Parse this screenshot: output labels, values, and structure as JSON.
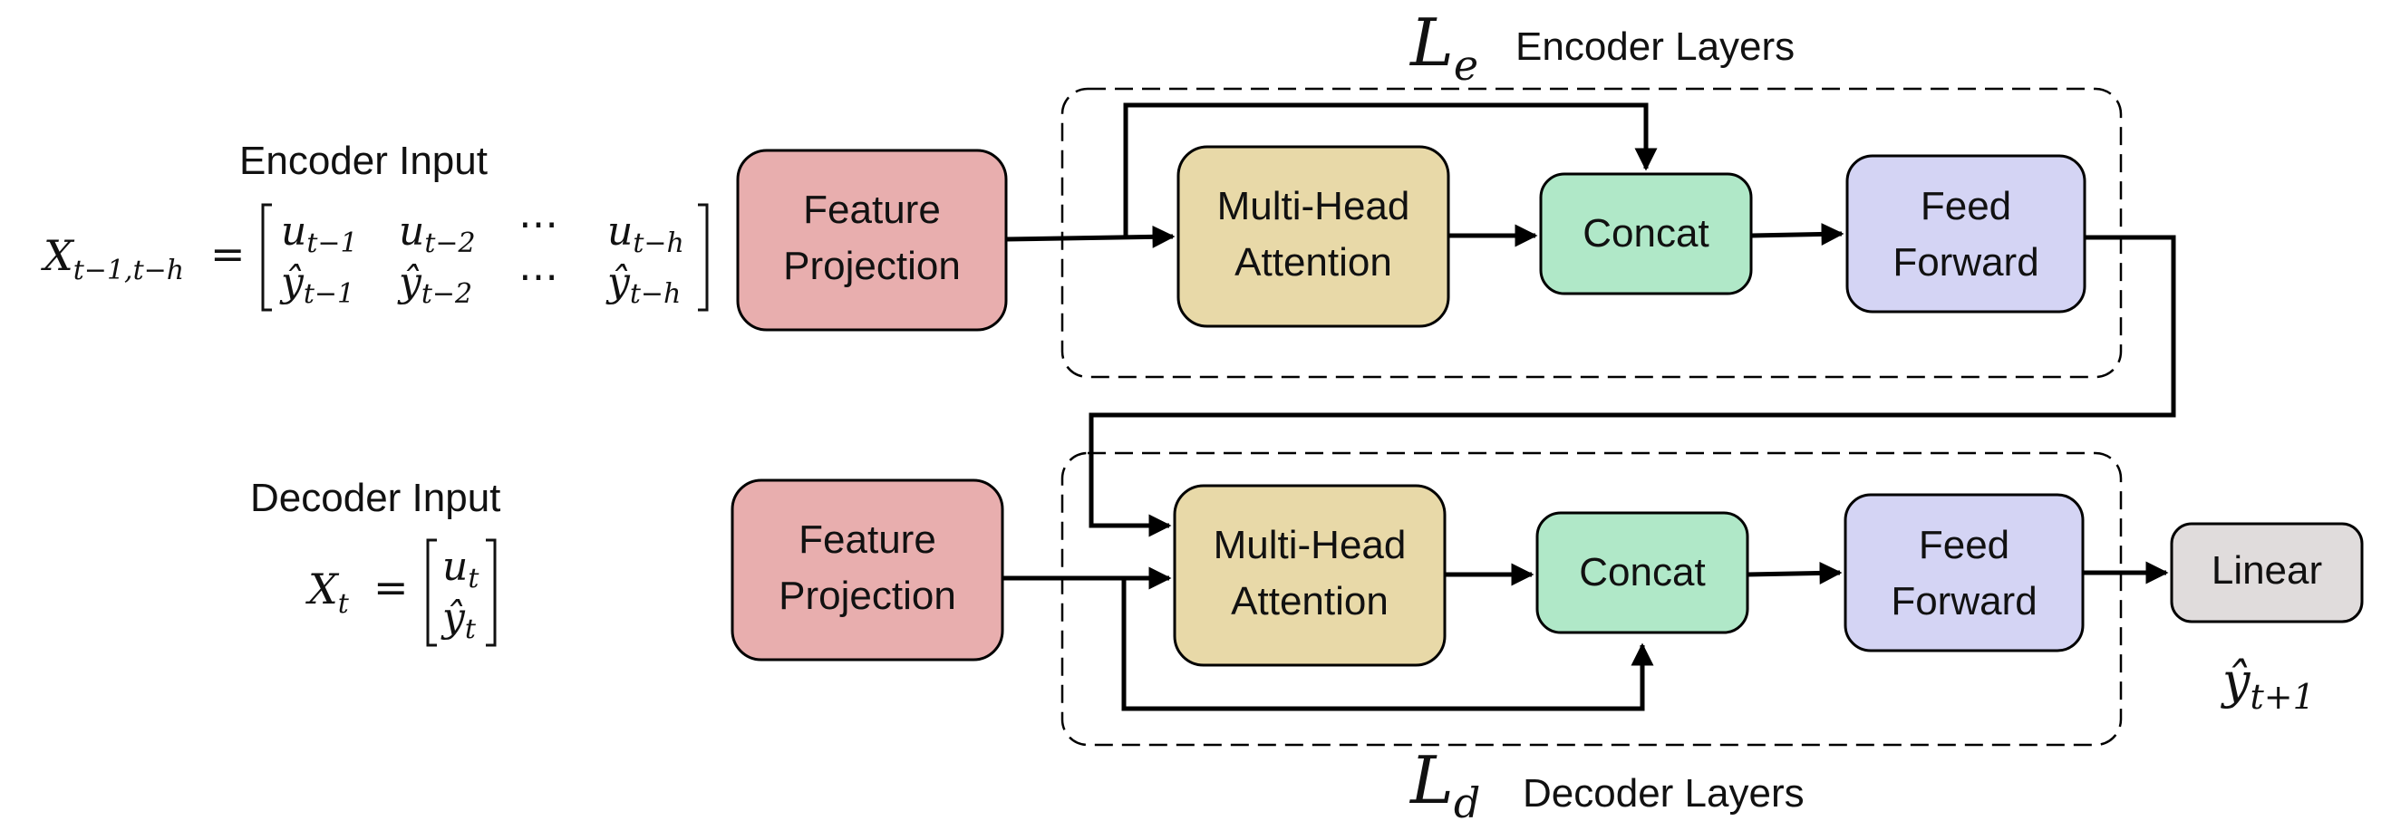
{
  "encoder": {
    "input_title": "Encoder  Input",
    "input_formula": {
      "lhs": "X",
      "lhs_sub": "t−1,t−h",
      "equals": "=",
      "row1": [
        {
          "base": "u",
          "sub": "t−1"
        },
        {
          "base": "u",
          "sub": "t−2"
        },
        {
          "base": "⋯",
          "sub": ""
        },
        {
          "base": "u",
          "sub": "t−h"
        }
      ],
      "row2": [
        {
          "base": "ŷ",
          "sub": "t−1"
        },
        {
          "base": "ŷ",
          "sub": "t−2"
        },
        {
          "base": "⋯",
          "sub": ""
        },
        {
          "base": "ŷ",
          "sub": "t−h"
        }
      ]
    },
    "stack_symbol": "L",
    "stack_sub": "e",
    "stack_label": "Encoder Layers",
    "feature_projection": [
      "Feature",
      "Projection"
    ],
    "attention": [
      "Multi-Head",
      "Attention"
    ],
    "concat": "Concat",
    "feed_forward": [
      "Feed",
      "Forward"
    ]
  },
  "decoder": {
    "input_title": "Decoder  Input",
    "input_formula": {
      "lhs": "X",
      "lhs_sub": "t",
      "equals": "=",
      "row1": {
        "base": "u",
        "sub": "t"
      },
      "row2": {
        "base": "ŷ",
        "sub": "t"
      }
    },
    "stack_symbol": "L",
    "stack_sub": "d",
    "stack_label": "Decoder Layers",
    "feature_projection": [
      "Feature",
      "Projection"
    ],
    "attention": [
      "Multi-Head",
      "Attention"
    ],
    "concat": "Concat",
    "feed_forward": [
      "Feed",
      "Forward"
    ]
  },
  "linear": "Linear",
  "output": {
    "base": "ŷ",
    "sub": "t+1"
  },
  "colors": {
    "feature_projection": "#e8aeae",
    "attention": "#e8d9a8",
    "concat": "#b0e8c8",
    "feed_forward": "#d4d4f4",
    "linear": "#e0dcdc",
    "stroke": "#000000"
  }
}
